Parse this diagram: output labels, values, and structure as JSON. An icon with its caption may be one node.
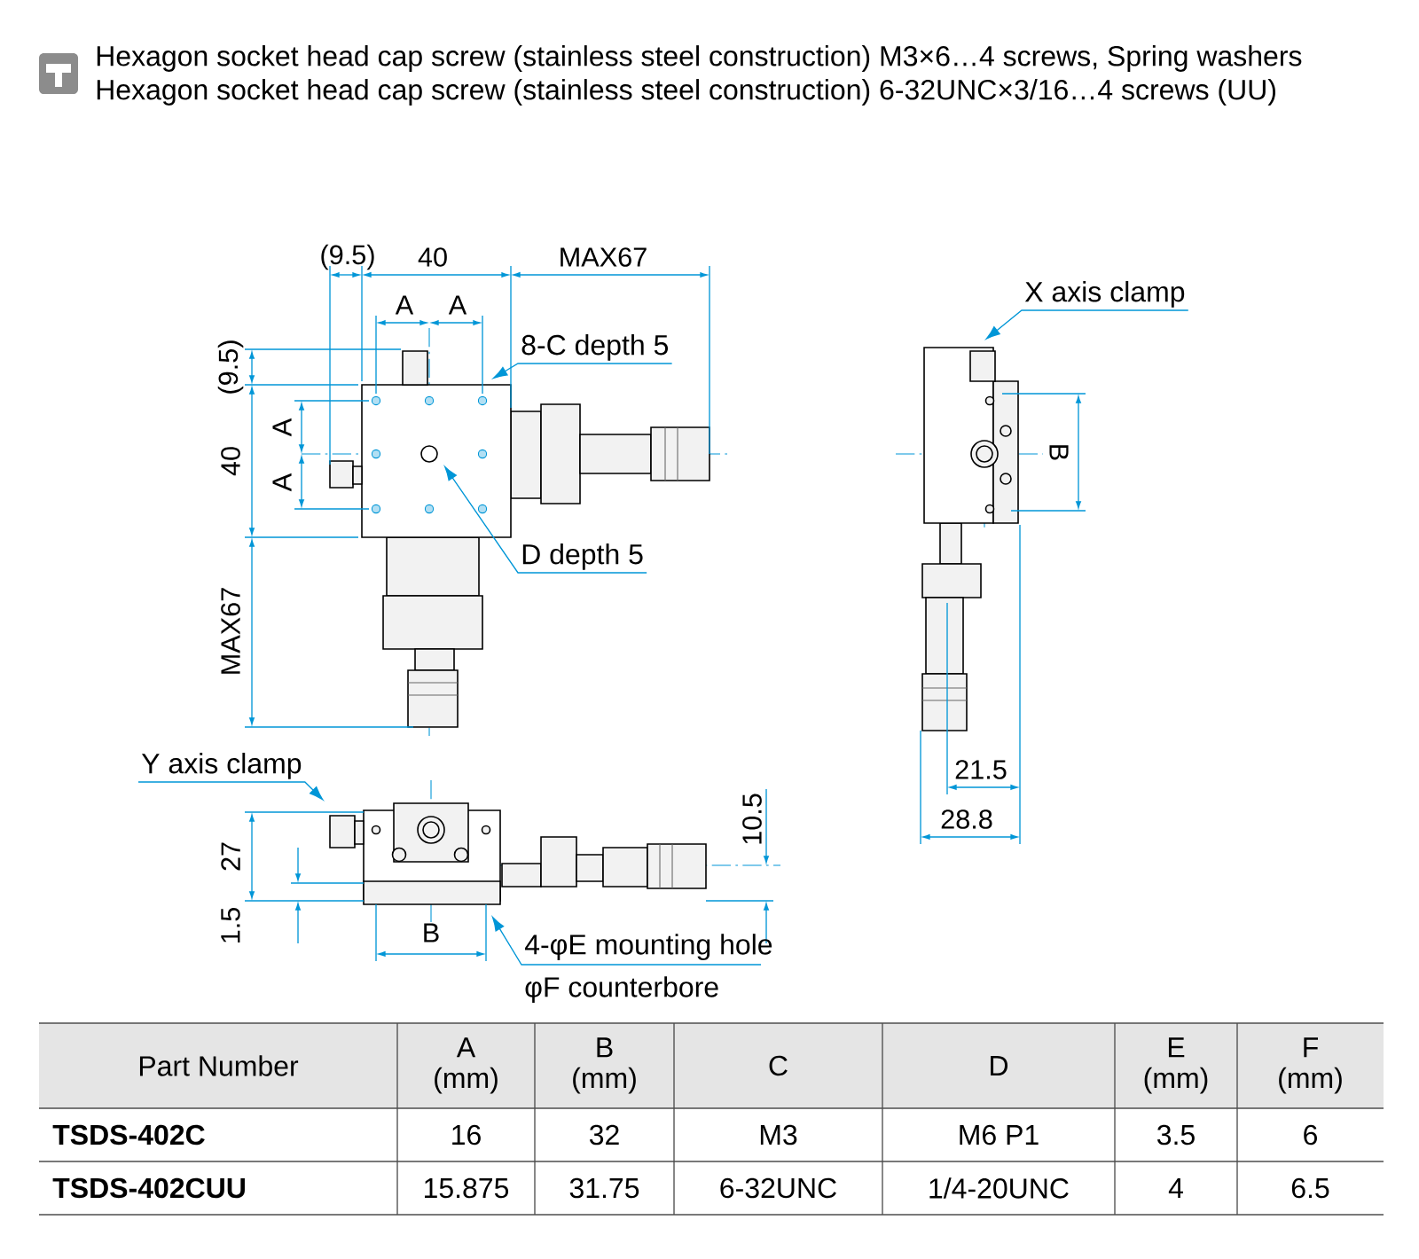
{
  "diagram": {
    "nodes": [
      {
        "text": [
          "8-C depth 5"
        ]
      },
      {
        "text": [
          "D depth 5"
        ]
      },
      {
        "text": [
          "X axis clamp"
        ]
      },
      {
        "text": [
          "Y axis clamp"
        ]
      },
      {
        "text": [
          "4-φE mounting hole",
          "φF counterbore"
        ]
      }
    ],
    "edges": [
      {
        "from": 0,
        "to": null,
        "arrow": "to"
      },
      {
        "from": 1,
        "to": null,
        "arrow": "to"
      },
      {
        "from": 2,
        "to": null,
        "arrow": "to"
      },
      {
        "from": 3,
        "to": null,
        "arrow": "to"
      },
      {
        "from": 4,
        "to": null,
        "arrow": "to"
      }
    ],
    "labels": [
      "Hexagon socket head cap screw (stainless steel construction) M3×6…4 screws, Spring washers",
      "Hexagon socket head cap screw (stainless steel construction) 6-32UNC×3/16…4 screws (UU)",
      "(9.5)",
      "40",
      "MAX67",
      "A",
      "A",
      "(9.5)",
      "A",
      "40",
      "A",
      "B",
      "MAX67",
      "21.5",
      "27",
      "10.5",
      "28.8",
      "B",
      "1.5",
      "Part Number",
      "A (mm)",
      "B (mm)",
      "C",
      "D",
      "E (mm)",
      "F (mm)",
      "TSDS-402C",
      "16",
      "32",
      "M3",
      "M6 P1",
      "3.5",
      "6",
      "TSDS-402CUU",
      "15.875",
      "31.75",
      "6-32UNC",
      "1/4-20UNC",
      "4",
      "6.5"
    ]
  }
}
